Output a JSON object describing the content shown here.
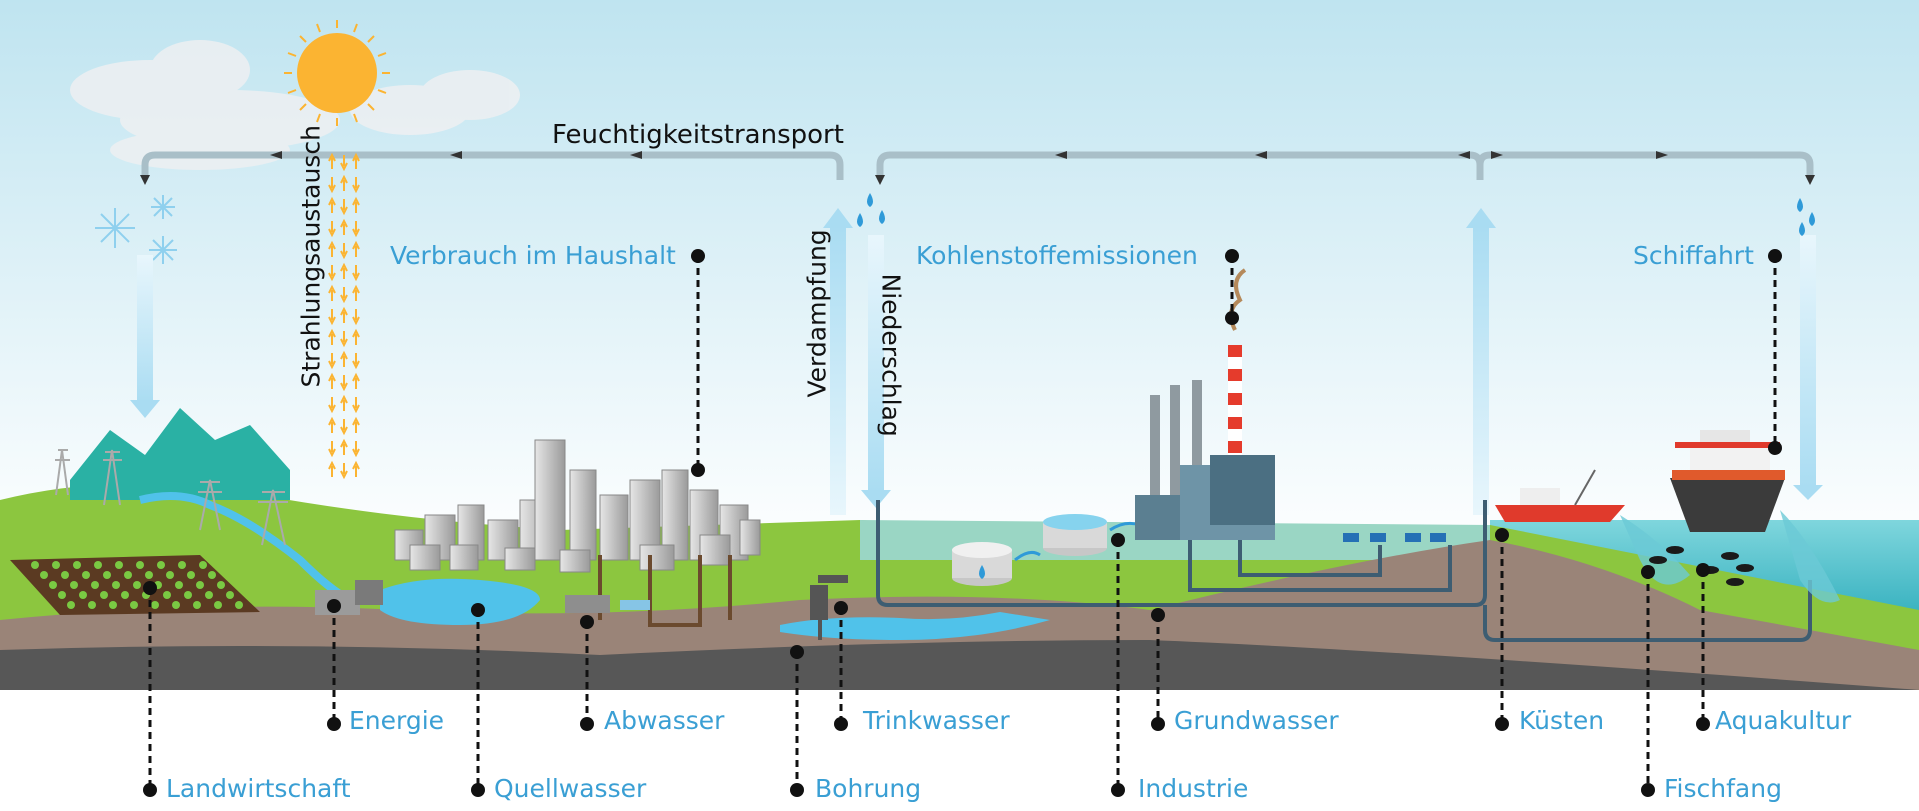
{
  "labels": {
    "moisture_transport": "Feuchtigkeitstransport",
    "radiation_exchange": "Strahlungsaustausch",
    "evaporation": "Verdampfung",
    "precipitation": "Niederschlag",
    "household": "Verbrauch im Haushalt",
    "carbon": "Kohlenstoffemissionen",
    "shipping": "Schiffahrt",
    "energy": "Energie",
    "agriculture": "Landwirtschaft",
    "spring_water": "Quellwasser",
    "wastewater": "Abwasser",
    "drilling": "Bohrung",
    "drinking_water": "Trinkwasser",
    "groundwater": "Grundwasser",
    "industry": "Industrie",
    "coasts": "Küsten",
    "fishing": "Fischfang",
    "aquaculture": "Aquakultur"
  },
  "colors": {
    "label_blue": "#3a9fd4",
    "sky_top": "#bfe4f0",
    "grass": "#8cc63f",
    "sea": "#3bb3c3",
    "earth": "#9a8478",
    "bedrock": "#575757",
    "sun": "#fbb432"
  }
}
